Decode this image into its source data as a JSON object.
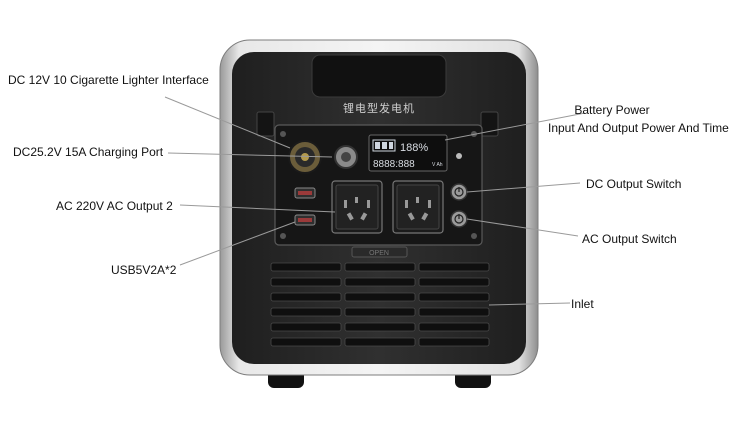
{
  "product": {
    "brand_text": "锂电型发电机",
    "display_percent": "188%",
    "display_row2": "8888:888",
    "display_units": "V Ah",
    "panel_tab": "OPEN"
  },
  "callouts": {
    "cigarette_lighter": "DC 12V 10 Cigarette Lighter Interface",
    "charging_port": "DC25.2V 15A Charging Port",
    "ac_output_2": "AC 220V AC Output 2",
    "usb": "USB5V2A*2",
    "battery_power_line1": "Battery Power",
    "battery_power_line2": "Input And Output Power And Time",
    "dc_switch": "DC Output Switch",
    "ac_switch": "AC Output Switch",
    "inlet": "Inlet"
  },
  "colors": {
    "casing": "#2b2b2b",
    "frame": "#c8c8c8",
    "panel": "#1c1c1c",
    "lcd": "#d9dde3"
  }
}
